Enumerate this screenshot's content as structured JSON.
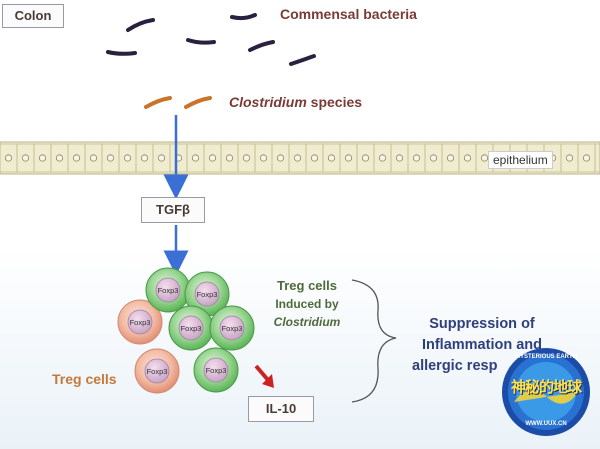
{
  "labels": {
    "colon": "Colon",
    "commensal": "Commensal bacteria",
    "clostridium_italic": "Clostridium",
    "clostridium_rest": " species",
    "epithelium": "epithelium",
    "tgf": "TGFβ",
    "treg_induced_line1": "Treg cells",
    "treg_induced_line2": "Induced by",
    "treg_induced_line3": "Clostridium",
    "suppression_line1": "Suppression of",
    "suppression_line2": "Inflammation and",
    "suppression_line3": "allergic resp",
    "treg_cells": "Treg cells",
    "il10": "IL-10",
    "cell_label": "Foxp3"
  },
  "logo": {
    "top": "MYSTERIOUS EARTH",
    "chars": "神秘的地球",
    "bottom": "WWW.UUX.CN"
  },
  "colors": {
    "arrow_blue": "#3b6fd6",
    "arrow_red": "#cc2222",
    "green_cell": "#8fd08a",
    "pink_cell": "#f2b39e",
    "bacteria_dark": "#2a2040",
    "bacteria_orange": "#c8742a"
  }
}
